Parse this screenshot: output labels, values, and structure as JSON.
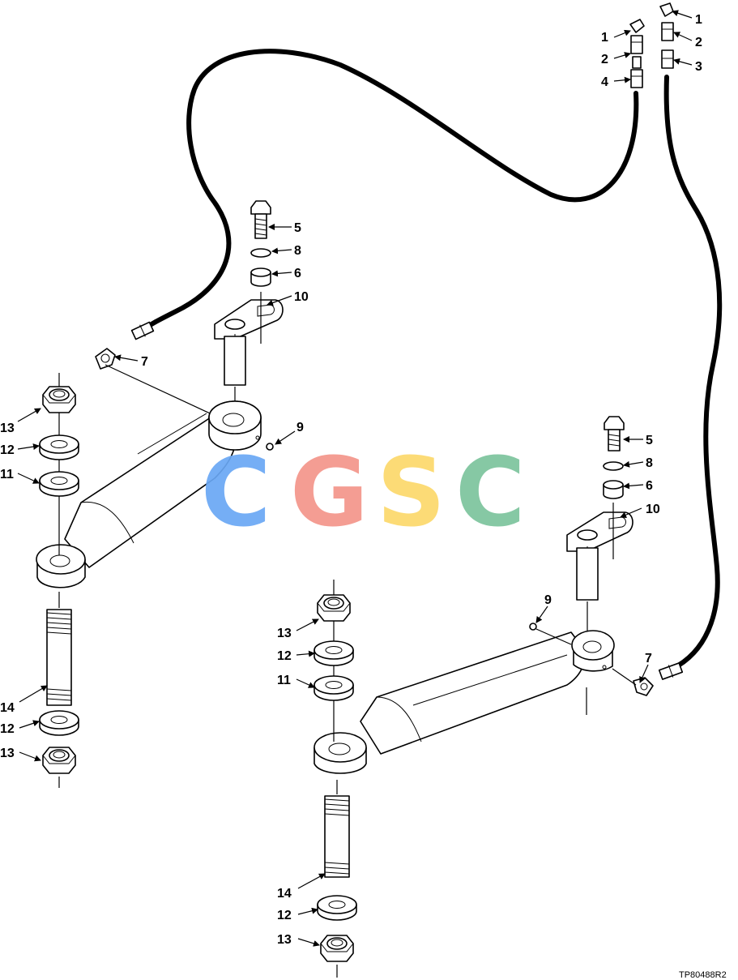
{
  "figure_id": "TP80488R2",
  "watermark": {
    "letters": [
      "C",
      "G",
      "S",
      "C"
    ],
    "colors": [
      "#6aa8f5",
      "#f4958a",
      "#fcd96b",
      "#7cc49d"
    ]
  },
  "callouts": {
    "c1a": "1",
    "c1b": "1",
    "c2a": "2",
    "c2b": "2",
    "c3": "3",
    "c4": "4",
    "c5a": "5",
    "c5b": "5",
    "c6a": "6",
    "c6b": "6",
    "c7a": "7",
    "c7b": "7",
    "c8a": "8",
    "c8b": "8",
    "c9a": "9",
    "c9b": "9",
    "c10a": "10",
    "c10b": "10",
    "c11a": "11",
    "c11b": "11",
    "c12a": "12",
    "c12b": "12",
    "c12c": "12",
    "c12d": "12",
    "c13a": "13",
    "c13b": "13",
    "c13c": "13",
    "c13d": "13",
    "c14a": "14",
    "c14b": "14"
  }
}
